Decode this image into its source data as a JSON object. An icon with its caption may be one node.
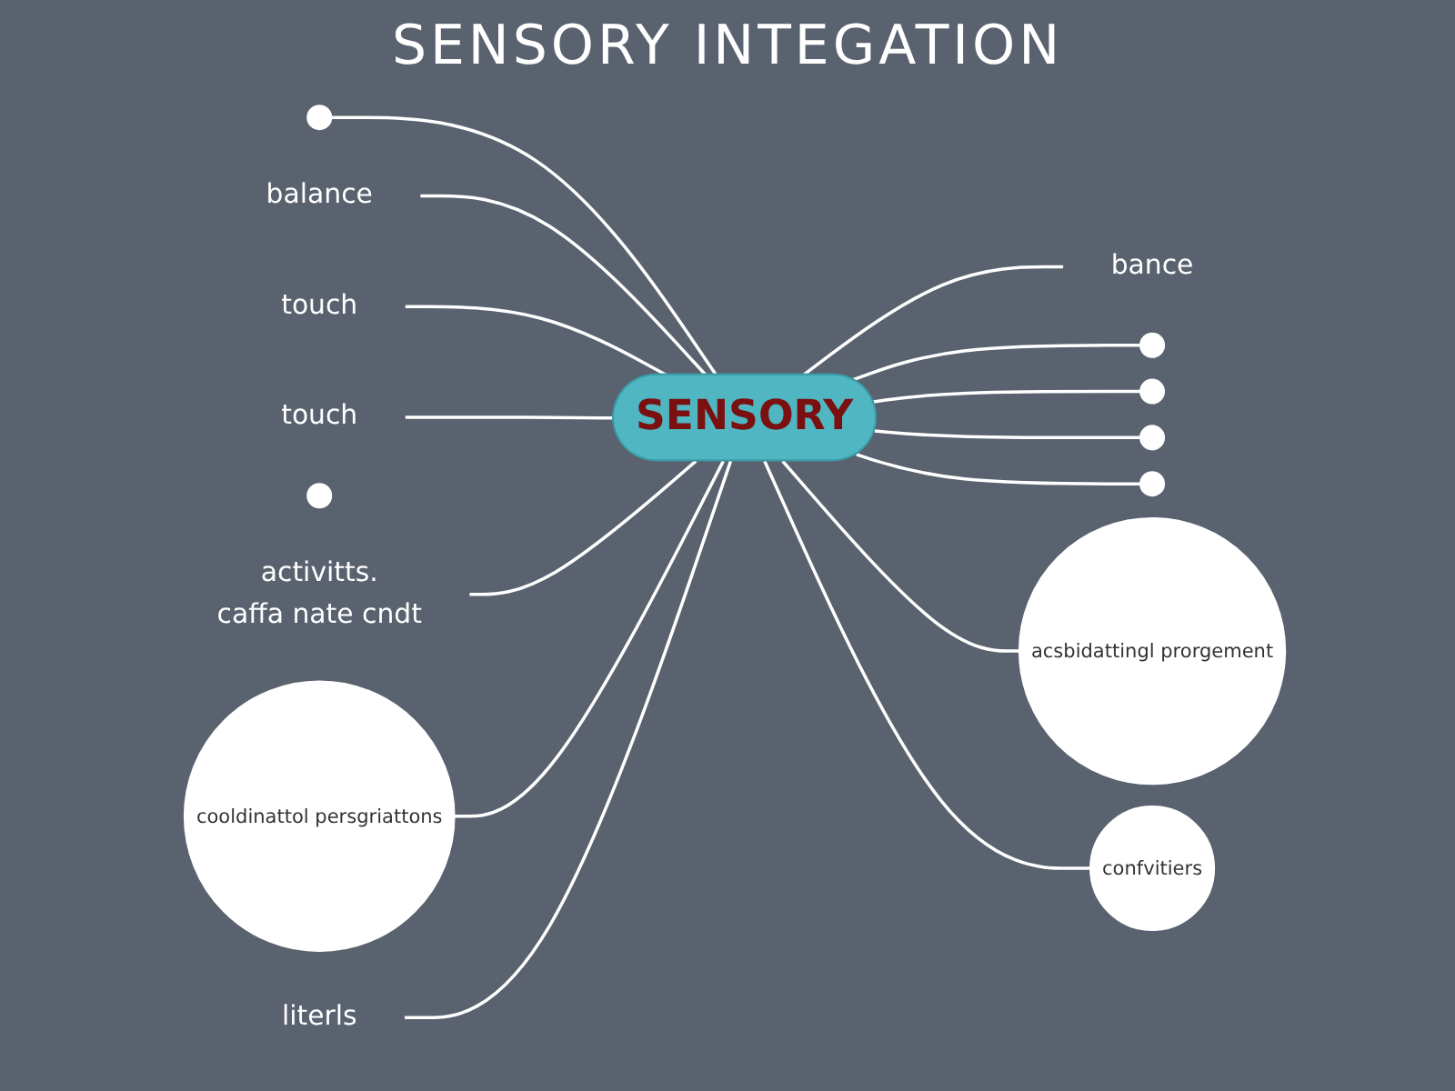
{
  "diagram": {
    "title": "SENSORY INTEGATION",
    "nodes": [
      {
        "text": [
          "SENSORY"
        ]
      },
      {
        "text": [],
        "shape": "circle"
      },
      {
        "text": [
          "bance"
        ]
      },
      {
        "text": [],
        "shape": "circle"
      },
      {
        "text": [],
        "shape": "circle"
      },
      {
        "text": [],
        "shape": "circle"
      },
      {
        "text": [
          "balance"
        ]
      },
      {
        "text": [
          "touch"
        ]
      },
      {
        "text": [
          "touch"
        ]
      },
      {
        "text": [],
        "shape": "circle"
      },
      {
        "text": [],
        "shape": "circle"
      },
      {
        "text": [
          "activitts.",
          "caffa nate cndt"
        ]
      },
      {
        "text": [
          "cooldinattol persgriattons"
        ]
      },
      {
        "text": [
          "literls"
        ]
      },
      {
        "text": [
          "acsbidattingl prorgement"
        ]
      },
      {
        "text": [
          "confvitiers"
        ]
      }
    ],
    "edges": [
      {
        "from": 1,
        "to": 0,
        "arrow": "none"
      },
      {
        "from": 0,
        "to": 2,
        "arrow": "none"
      },
      {
        "from": 0,
        "to": 3,
        "arrow": "none"
      },
      {
        "from": 0,
        "to": 4,
        "arrow": "none"
      },
      {
        "from": 0,
        "to": 5,
        "arrow": "none"
      },
      {
        "from": 6,
        "to": 0,
        "arrow": "none"
      },
      {
        "from": 7,
        "to": 0,
        "arrow": "none"
      },
      {
        "from": 8,
        "to": 0,
        "arrow": "none"
      },
      {
        "from": 0,
        "to": 10,
        "arrow": "none"
      },
      {
        "from": 11,
        "to": 0,
        "arrow": "none"
      },
      {
        "from": 12,
        "to": 0,
        "arrow": "none"
      },
      {
        "from": 13,
        "to": 0,
        "arrow": "none"
      },
      {
        "from": 0,
        "to": 14,
        "arrow": "none"
      },
      {
        "from": 0,
        "to": 15,
        "arrow": "none"
      }
    ]
  }
}
